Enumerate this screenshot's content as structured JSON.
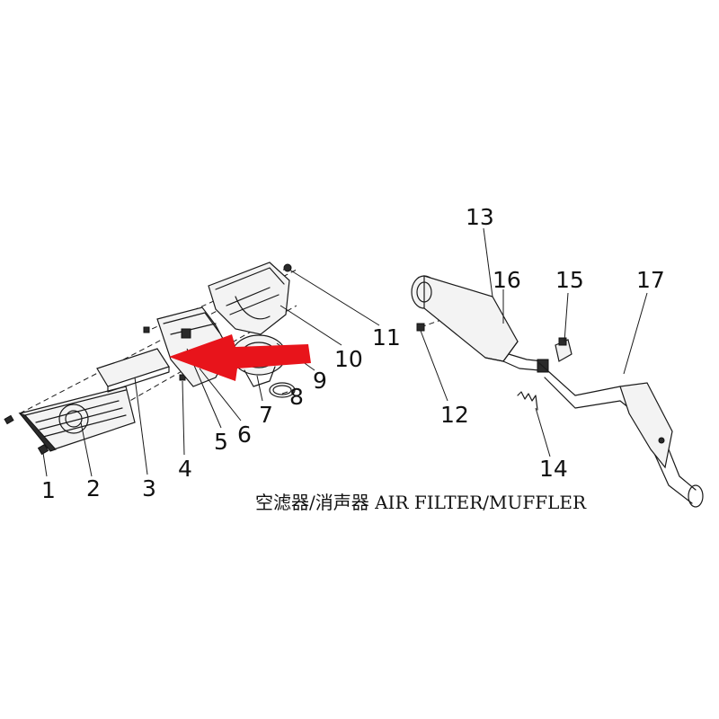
{
  "diagram": {
    "caption": "空滤器/消声器 AIR FILTER/MUFFLER",
    "callouts": [
      {
        "id": "c1",
        "label": "1"
      },
      {
        "id": "c2",
        "label": "2"
      },
      {
        "id": "c3",
        "label": "3"
      },
      {
        "id": "c4",
        "label": "4"
      },
      {
        "id": "c5",
        "label": "5"
      },
      {
        "id": "c6",
        "label": "6"
      },
      {
        "id": "c7",
        "label": "7"
      },
      {
        "id": "c8",
        "label": "8"
      },
      {
        "id": "c9",
        "label": "9"
      },
      {
        "id": "c10",
        "label": "10"
      },
      {
        "id": "c11",
        "label": "11"
      },
      {
        "id": "c12",
        "label": "12"
      },
      {
        "id": "c13",
        "label": "13"
      },
      {
        "id": "c14",
        "label": "14"
      },
      {
        "id": "c15",
        "label": "15"
      },
      {
        "id": "c16",
        "label": "16"
      },
      {
        "id": "c17",
        "label": "17"
      }
    ],
    "highlight_arrow_color": "#e8141b",
    "line_color": "#1a1a1a"
  }
}
